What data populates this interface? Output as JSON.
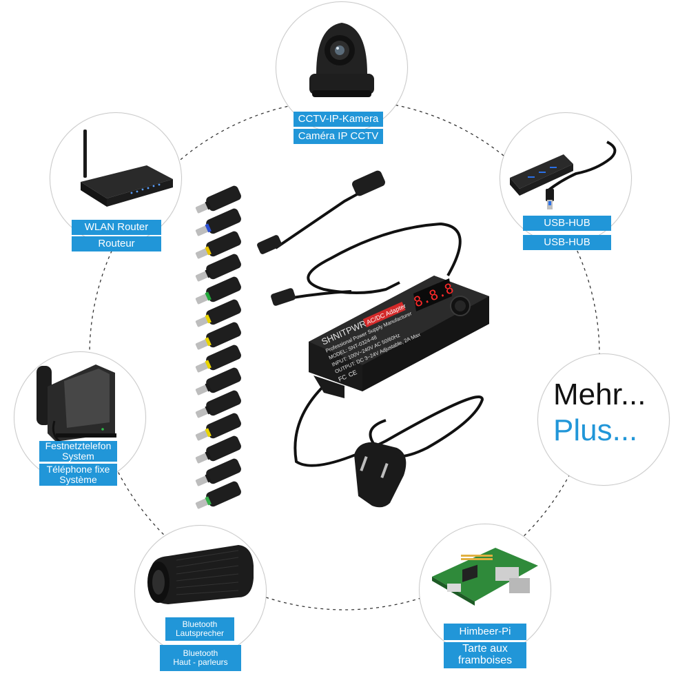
{
  "colors": {
    "accent": "#2196d8",
    "dark": "#1c1c1c",
    "circle_border": "#c9c9c9"
  },
  "devices": {
    "camera": {
      "label_de": "CCTV-IP-Kamera",
      "label_fr": "Caméra IP CCTV",
      "icon": "ip-camera-icon"
    },
    "router": {
      "label_de": "WLAN Router",
      "label_fr": "Routeur",
      "icon": "wifi-router-icon"
    },
    "usb_hub": {
      "label_de": "USB-HUB",
      "label_fr": "USB-HUB",
      "icon": "usb-hub-icon"
    },
    "phone": {
      "label_de": "Festnetztelefon\nSystem",
      "label_fr": "Téléphone fixe\nSystème",
      "icon": "desk-phone-icon"
    },
    "more": {
      "line1": "Mehr...",
      "line2": "Plus..."
    },
    "speaker": {
      "label_de": "Bluetooth\nLautsprecher",
      "label_fr": "Bluetooth\nHaut - parleurs",
      "icon": "bluetooth-speaker-icon"
    },
    "raspberry": {
      "label_de": "Himbeer-Pi",
      "label_fr": "Tarte aux\nframboises",
      "icon": "raspberry-pi-icon"
    }
  },
  "product": {
    "brand": "SHNITPWR",
    "badge": "AC/DC Adapter",
    "subtitle": "Professional Power Supply Manufacturer",
    "model": "MODEL: SNT-0324-48",
    "input": "INPUT: 100V~240V AC 50/60Hz",
    "output": "OUTPUT: DC 3~24V Adjustable, 2A Max",
    "display": "8.8.8",
    "fc": "FC",
    "ce": "CE",
    "connector_colors": [
      "#1a1a1a",
      "#2b4fd1",
      "#e8c400",
      "#1a1a1a",
      "#22a83a",
      "#e8d400",
      "#e8d400",
      "#e8d400",
      "#1a1a1a",
      "#1a1a1a",
      "#e8d400",
      "#1a1a1a",
      "#1a1a1a",
      "#35b04a"
    ]
  }
}
